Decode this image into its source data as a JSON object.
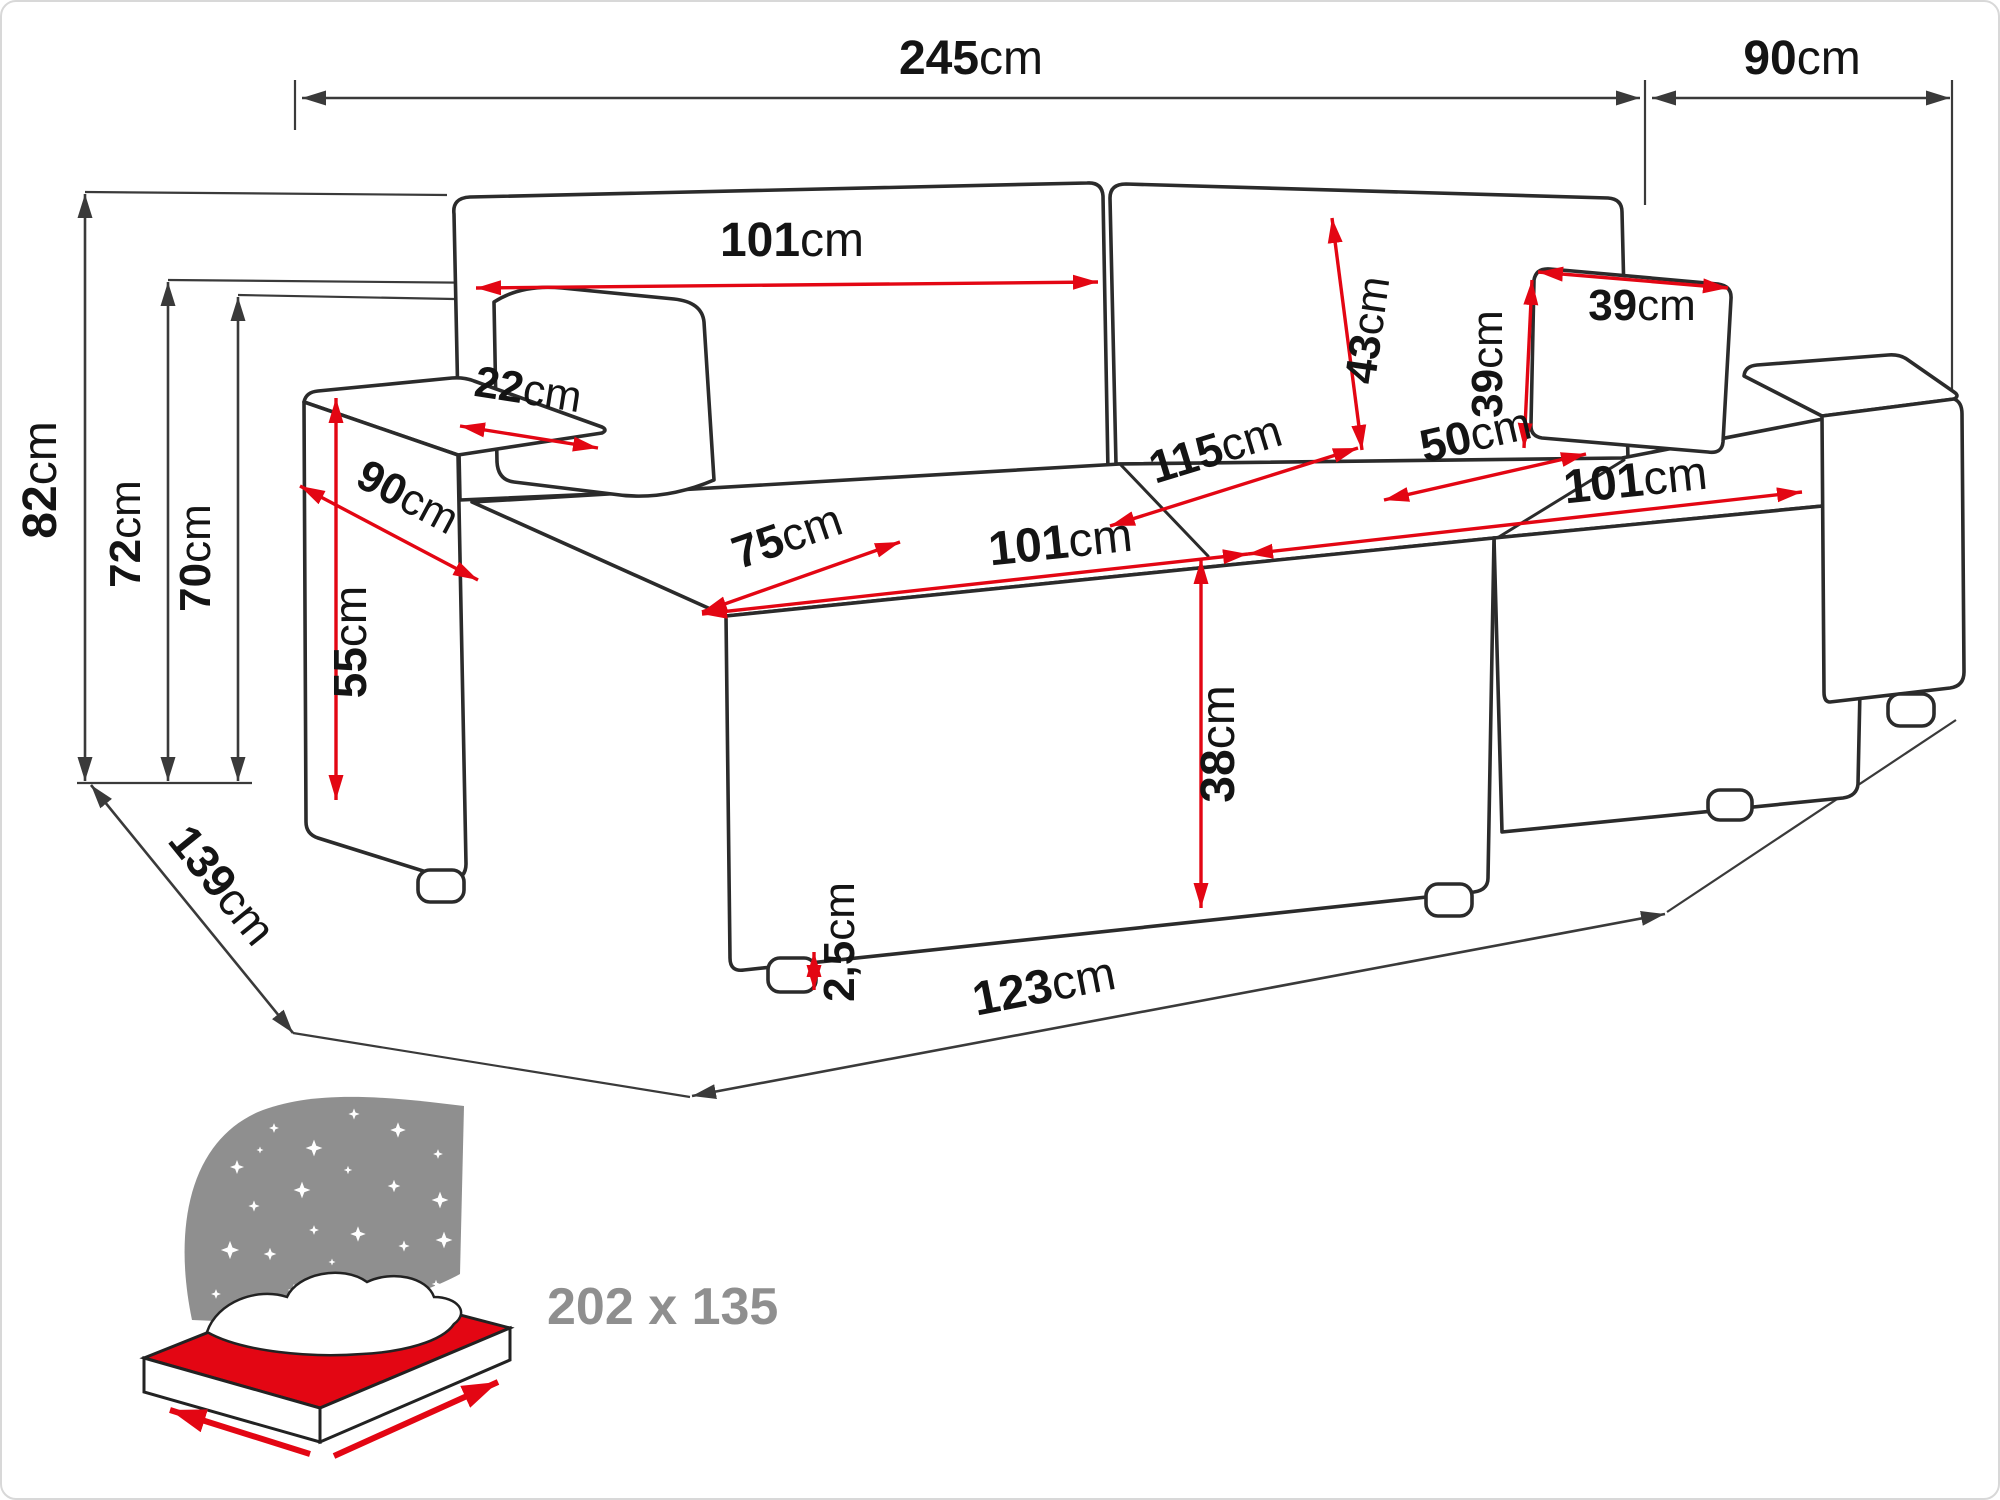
{
  "dims": {
    "d245": {
      "value": "245",
      "unit": "cm"
    },
    "d90": {
      "value": "90",
      "unit": "cm"
    },
    "d82": {
      "value": "82",
      "unit": "cm"
    },
    "d72": {
      "value": "72",
      "unit": "cm"
    },
    "d70": {
      "value": "70",
      "unit": "cm"
    },
    "d139": {
      "value": "139",
      "unit": "cm"
    },
    "d101_back": {
      "value": "101",
      "unit": "cm"
    },
    "d43": {
      "value": "43",
      "unit": "cm"
    },
    "d39_top": {
      "value": "39",
      "unit": "cm"
    },
    "d39_side": {
      "value": "39",
      "unit": "cm"
    },
    "d22": {
      "value": "22",
      "unit": "cm"
    },
    "d90_arm": {
      "value": "90",
      "unit": "cm"
    },
    "d55": {
      "value": "55",
      "unit": "cm"
    },
    "d50": {
      "value": "50",
      "unit": "cm"
    },
    "d115": {
      "value": "115",
      "unit": "cm"
    },
    "d75": {
      "value": "75",
      "unit": "cm"
    },
    "d101_seat_left": {
      "value": "101",
      "unit": "cm"
    },
    "d101_seat_right": {
      "value": "101",
      "unit": "cm"
    },
    "d38": {
      "value": "38",
      "unit": "cm"
    },
    "d2_5": {
      "value": "2,5",
      "unit": "cm"
    },
    "d123": {
      "value": "123",
      "unit": "cm"
    }
  },
  "sleeping_area": {
    "size": "202 x 135"
  },
  "icon": {
    "name": "sofa-bed-sleeping-function-icon"
  },
  "colors": {
    "dimension_red": "#e30613",
    "outline": "#2b2b2b",
    "icon_gray": "#8f8f8f"
  }
}
